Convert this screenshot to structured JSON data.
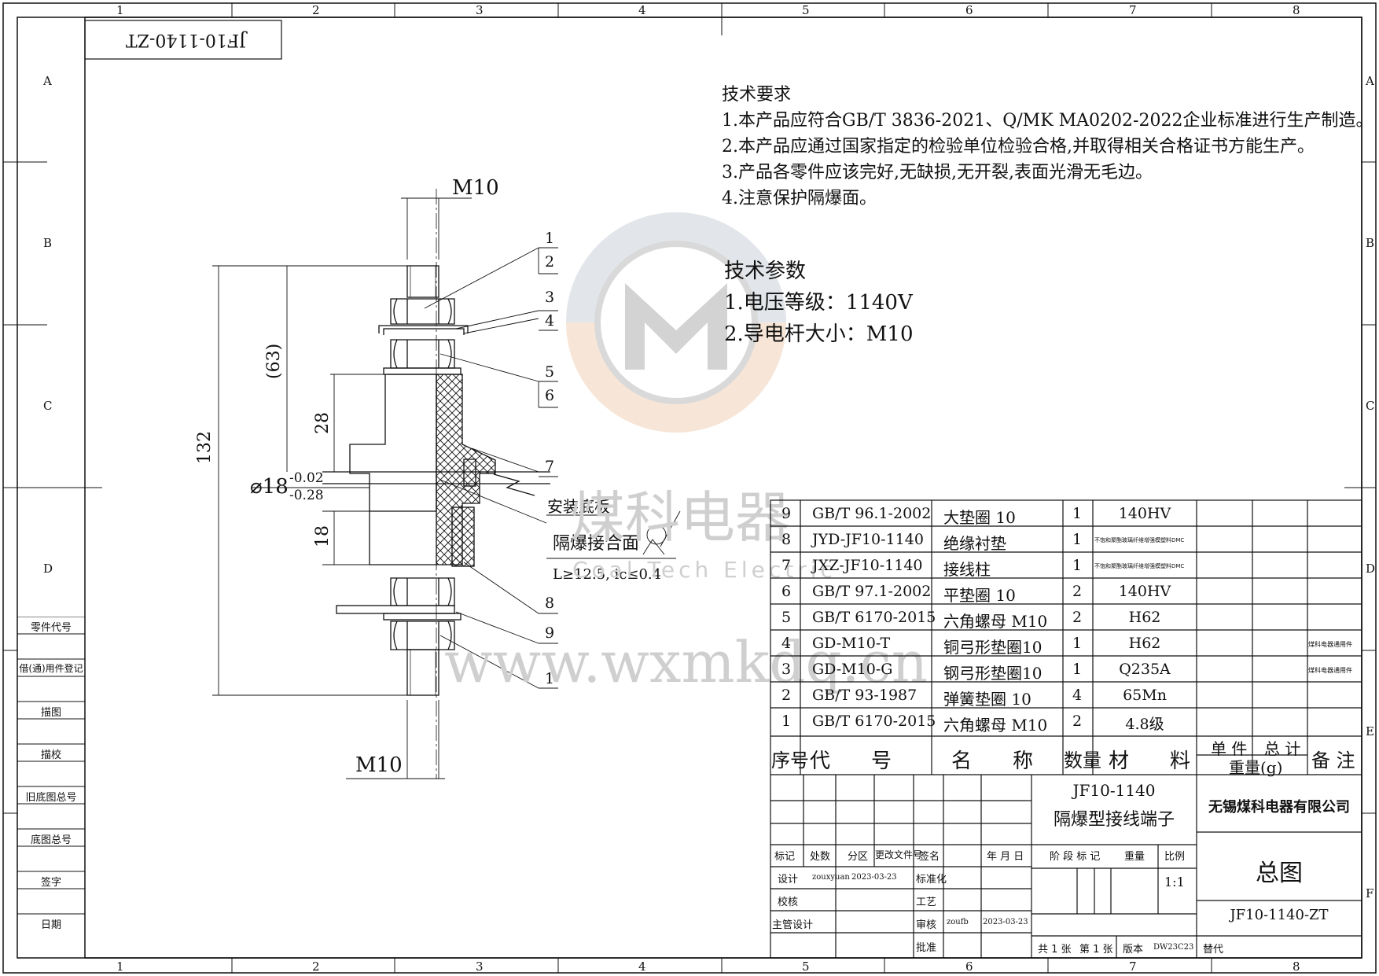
{
  "drawing_code_mirrored": "JF10-1140-ZT",
  "grid": {
    "columns": [
      "1",
      "2",
      "3",
      "4",
      "5",
      "6",
      "7",
      "8"
    ],
    "rows": [
      "A",
      "B",
      "C",
      "D",
      "E",
      "F"
    ]
  },
  "watermark": {
    "brand_cn": "煤科电器",
    "brand_en": "Coal Tech Electric",
    "url": "www.wxmkdq.cn"
  },
  "tech_requirements": {
    "title": "技术要求",
    "items": [
      "1.本产品应符合GB/T 3836-2021、Q/MK MA0202-2022企业标准进行生产制造。",
      "2.本产品应通过国家指定的检验单位检验合格,并取得相关合格证书方能生产。",
      "3.产品各零件应该完好,无缺损,无开裂,表面光滑无毛边。",
      "4.注意保护隔爆面。"
    ]
  },
  "tech_params": {
    "title": "技术参数",
    "items": [
      "1.电压等级：1140V",
      "2.导电杆大小：M10"
    ]
  },
  "drawing": {
    "thread_top": "M10",
    "thread_bottom": "M10",
    "dim_total": "132",
    "dim_63": "(63)",
    "dim_28": "28",
    "dim_18": "18",
    "dia": "⌀18",
    "tol_upper": "-0.02",
    "tol_lower": "-0.28",
    "label_base": "安装底板",
    "label_joint": "隔爆接合面",
    "joint_spec": "L≥12.5, ic≤0.4",
    "balloons": [
      "1",
      "2",
      "3",
      "4",
      "5",
      "6",
      "7",
      "8",
      "9",
      "1"
    ]
  },
  "left_strip": [
    "零件代号",
    "借(通)用件登记",
    "描图",
    "描校",
    "旧底图总号",
    "底图总号",
    "签字",
    "日期"
  ],
  "bom": {
    "header": {
      "seq": "序号",
      "code": "代　　号",
      "name": "名　　称",
      "qty": "数量",
      "material": "材　　料",
      "unit_weight": "单 件",
      "total_weight": "总 计",
      "weight": "重量(g)",
      "remark": "备 注"
    },
    "rows": [
      {
        "seq": "9",
        "code": "GB/T 96.1-2002",
        "name": "大垫圈 10",
        "qty": "1",
        "material": "140HV",
        "remark": ""
      },
      {
        "seq": "8",
        "code": "JYD-JF10-1140",
        "name": "绝缘衬垫",
        "qty": "1",
        "material": "不饱和聚酯玻璃纤维增强模塑料DMC",
        "remark": ""
      },
      {
        "seq": "7",
        "code": "JXZ-JF10-1140",
        "name": "接线柱",
        "qty": "1",
        "material": "不饱和聚酯玻璃纤维增强模塑料DMC",
        "remark": ""
      },
      {
        "seq": "6",
        "code": "GB/T 97.1-2002",
        "name": "平垫圈 10",
        "qty": "2",
        "material": "140HV",
        "remark": ""
      },
      {
        "seq": "5",
        "code": "GB/T 6170-2015",
        "name": "六角螺母 M10",
        "qty": "2",
        "material": "H62",
        "remark": ""
      },
      {
        "seq": "4",
        "code": "GD-M10-T",
        "name": "铜弓形垫圈10",
        "qty": "1",
        "material": "H62",
        "remark": "煤科电器通用件"
      },
      {
        "seq": "3",
        "code": "GD-M10-G",
        "name": "钢弓形垫圈10",
        "qty": "1",
        "material": "Q235A",
        "remark": "煤科电器通用件"
      },
      {
        "seq": "2",
        "code": "GB/T 93-1987",
        "name": "弹簧垫圈 10",
        "qty": "4",
        "material": "65Mn",
        "remark": ""
      },
      {
        "seq": "1",
        "code": "GB/T 6170-2015",
        "name": "六角螺母 M10",
        "qty": "2",
        "material": "4.8级",
        "remark": ""
      }
    ]
  },
  "title_block": {
    "product_code": "JF10-1140",
    "product_name": "隔爆型接线端子",
    "company": "无锡煤科电器有限公司",
    "drawing_title": "总图",
    "drawing_no": "JF10-1140-ZT",
    "rev_headers": [
      "标记",
      "处数",
      "分区",
      "更改文件号",
      "签名",
      "年 月 日"
    ],
    "design_label": "设计",
    "designer": "zouxyuan",
    "design_date": "2023-03-23",
    "std_label": "标准化",
    "check_label": "校核",
    "process_label": "工艺",
    "chief_label": "主管设计",
    "review_label": "审核",
    "reviewer": "zoufb",
    "review_date": "2023-03-23",
    "approve_label": "批准",
    "stage_label": "阶 段 标 记",
    "weight_label": "重量",
    "scale_label": "比例",
    "scale": "1:1",
    "sheets_total": "共 1 张",
    "sheet_no": "第 1 张",
    "version_label": "版本",
    "version": "DW23C23",
    "replace_label": "替代"
  },
  "colors": {
    "line": "#111111",
    "watermark_blue": "#e3e6ec",
    "watermark_orange": "#f4e1d0",
    "watermark_gray": "#cfcfcf"
  }
}
